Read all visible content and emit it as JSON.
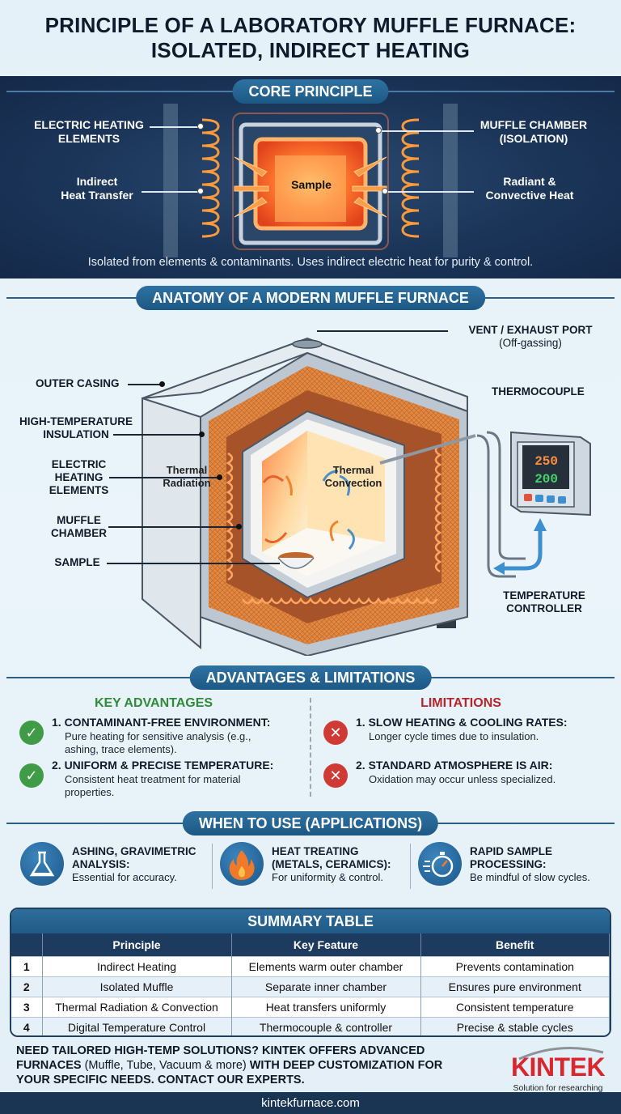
{
  "title": {
    "line1": "PRINCIPLE OF A LABORATORY MUFFLE FURNACE:",
    "line2": "ISOLATED, INDIRECT HEATING"
  },
  "core_principle": {
    "banner": "CORE PRINCIPLE",
    "labels": {
      "heating_elements": "ELECTRIC HEATING ELEMENTS",
      "indirect_transfer_1": "Indirect",
      "indirect_transfer_2": "Heat Transfer",
      "muffle_chamber_1": "MUFFLE CHAMBER",
      "muffle_chamber_2": "(ISOLATION)",
      "radiant_1": "Radiant &",
      "radiant_2": "Convective Heat",
      "sample": "Sample"
    },
    "caption": "Isolated from elements & contaminants. Uses indirect electric heat for purity & control."
  },
  "anatomy": {
    "banner": "ANATOMY OF A MODERN MUFFLE FURNACE",
    "labels": {
      "vent": "VENT / EXHAUST PORT",
      "vent_sub": "(Off-gassing)",
      "outer_casing": "OUTER CASING",
      "thermocouple": "THERMOCOUPLE",
      "insulation_1": "HIGH-TEMPERATURE",
      "insulation_2": "INSULATION",
      "elements_1": "ELECTRIC",
      "elements_2": "HEATING",
      "elements_3": "ELEMENTS",
      "muffle_1": "MUFFLE",
      "muffle_2": "CHAMBER",
      "sample": "SAMPLE",
      "controller_1": "TEMPERATURE",
      "controller_2": "CONTROLLER",
      "radiation_1": "Thermal",
      "radiation_2": "Radiation",
      "convection_1": "Thermal",
      "convection_2": "Convection"
    },
    "controller_display": {
      "pv": "250",
      "sv": "200"
    }
  },
  "adv_lim": {
    "banner": "ADVANTAGES & LIMITATIONS",
    "advantages_head": "KEY ADVANTAGES",
    "limitations_head": "LIMITATIONS",
    "advantages": [
      {
        "title": "1. CONTAMINANT-FREE ENVIRONMENT:",
        "desc1": "Pure heating for sensitive analysis (e.g.,",
        "desc2": "ashing, trace elements)."
      },
      {
        "title": "2. UNIFORM & PRECISE TEMPERATURE:",
        "desc1": "Consistent heat treatment for material",
        "desc2": "properties."
      }
    ],
    "limitations": [
      {
        "title": "1. SLOW HEATING & COOLING RATES:",
        "desc1": "Longer cycle times due to insulation."
      },
      {
        "title": "2. STANDARD ATMOSPHERE IS AIR:",
        "desc1": "Oxidation may occur unless specialized."
      }
    ],
    "colors": {
      "advantage": "#2f8a3a",
      "limitation": "#b3252b"
    }
  },
  "applications": {
    "banner": "WHEN TO USE (APPLICATIONS)",
    "items": [
      {
        "icon": "flask-icon",
        "title1": "ASHING, GRAVIMETRIC",
        "title2": "ANALYSIS:",
        "desc": "Essential for accuracy."
      },
      {
        "icon": "flame-icon",
        "title1": "HEAT TREATING",
        "title2": "(METALS, CERAMICS):",
        "desc": "For uniformity & control."
      },
      {
        "icon": "stopwatch-icon",
        "title1": "RAPID SAMPLE",
        "title2": "PROCESSING:",
        "desc": "Be mindful of slow cycles."
      }
    ]
  },
  "summary_table": {
    "title": "SUMMARY TABLE",
    "headers": [
      "",
      "Principle",
      "Key Feature",
      "Benefit"
    ],
    "rows": [
      [
        "1",
        "Indirect Heating",
        "Elements warm outer chamber",
        "Prevents contamination"
      ],
      [
        "2",
        "Isolated Muffle",
        "Separate inner chamber",
        "Ensures pure environment"
      ],
      [
        "3",
        "Thermal Radiation & Convection",
        "Heat transfers uniformly",
        "Consistent temperature"
      ],
      [
        "4",
        "Digital Temperature Control",
        "Thermocouple & controller",
        "Precise & stable cycles"
      ]
    ]
  },
  "cta": {
    "bold1": "NEED TAILORED HIGH-TEMP SOLUTIONS? KINTEK OFFERS ADVANCED FURNACES",
    "normal": " (Muffle, Tube, Vacuum & more) ",
    "bold2": "WITH DEEP CUSTOMIZATION FOR YOUR SPECIFIC NEEDS. CONTACT OUR EXPERTS."
  },
  "logo": {
    "brand": "KINTEK",
    "tagline": "Solution for researching"
  },
  "footer": {
    "url": "kintekfurnace.com"
  }
}
